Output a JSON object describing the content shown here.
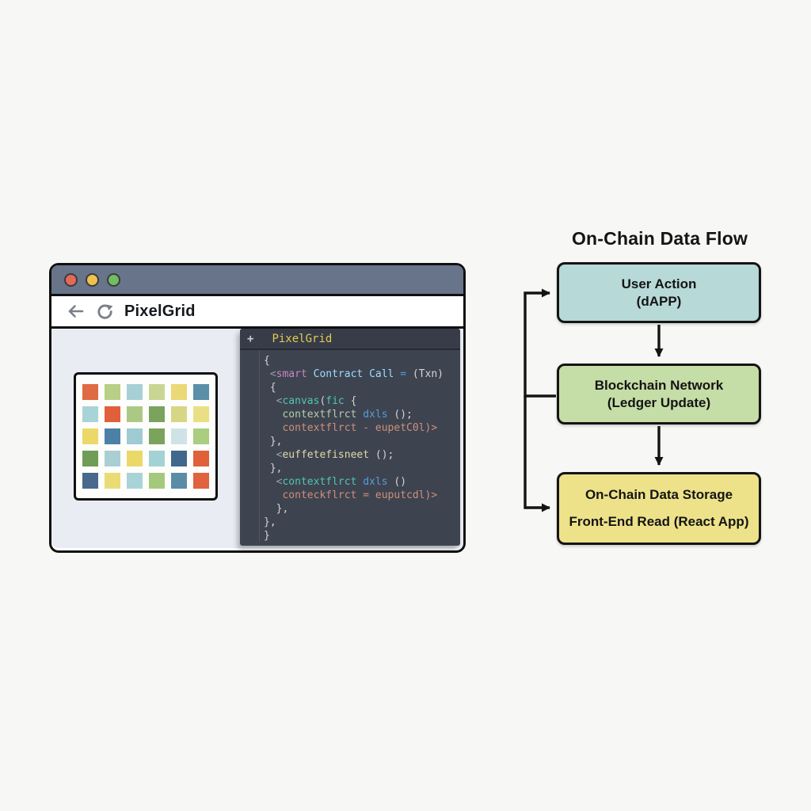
{
  "window": {
    "traffic_lights": {
      "colors": [
        "#e4695a",
        "#eec24e",
        "#71bd63"
      ]
    },
    "toolbar": {
      "title": "PixelGrid"
    }
  },
  "pixel_grid": {
    "rows": [
      [
        "#e06a43",
        "#b8cf85",
        "#a6d0d6",
        "#c9d693",
        "#ead975",
        "#5a8fa8"
      ],
      [
        "#a8d4d8",
        "#e0603c",
        "#abc985",
        "#79a35e",
        "#d6d685",
        "#e9e084"
      ],
      [
        "#ead968",
        "#4c80a6",
        "#9fcbd2",
        "#7aa35c",
        "#cfe3e6",
        "#aacd80"
      ],
      [
        "#6f9d55",
        "#aacfd3",
        "#ead968",
        "#a2d2d6",
        "#40678c",
        "#e0603a"
      ],
      [
        "#4a688c",
        "#e9dc75",
        "#a8d4d8",
        "#a5c97c",
        "#5a8ca8",
        "#e0623e"
      ]
    ]
  },
  "editor": {
    "new_tab_icon": "+",
    "tab_title": "PixelGrid",
    "code_lines": [
      {
        "tokens": [
          {
            "t": "{",
            "c": "white"
          }
        ]
      },
      {
        "tokens": [
          {
            "t": " <",
            "c": "gray"
          },
          {
            "t": "smart",
            "c": "pink"
          },
          {
            "t": " Contract Call",
            "c": "lblue"
          },
          {
            "t": " = ",
            "c": "blue"
          },
          {
            "t": "(Txn)",
            "c": "white"
          }
        ]
      },
      {
        "tokens": [
          {
            "t": " {",
            "c": "white"
          }
        ]
      },
      {
        "tokens": [
          {
            "t": "  <",
            "c": "gray"
          },
          {
            "t": "canvas",
            "c": "teal"
          },
          {
            "t": "(",
            "c": "white"
          },
          {
            "t": "fic",
            "c": "teal"
          },
          {
            "t": " {",
            "c": "white"
          }
        ]
      },
      {
        "tokens": [
          {
            "t": "   ",
            "c": "white"
          },
          {
            "t": "contextflrct",
            "c": "green"
          },
          {
            "t": " ",
            "c": "white"
          },
          {
            "t": "dxls",
            "c": "blue"
          },
          {
            "t": " ();",
            "c": "white"
          }
        ]
      },
      {
        "tokens": [
          {
            "t": "   ",
            "c": "white"
          },
          {
            "t": "contextflrct - eupetC0l)>",
            "c": "tan"
          }
        ]
      },
      {
        "tokens": [
          {
            "t": " },",
            "c": "white"
          }
        ]
      },
      {
        "tokens": [
          {
            "t": "  <",
            "c": "gray"
          },
          {
            "t": "euffetefisneet",
            "c": "cream"
          },
          {
            "t": " ();",
            "c": "white"
          }
        ]
      },
      {
        "tokens": [
          {
            "t": " },",
            "c": "white"
          }
        ]
      },
      {
        "tokens": [
          {
            "t": "  <",
            "c": "gray"
          },
          {
            "t": "contextflrct",
            "c": "teal"
          },
          {
            "t": " ",
            "c": "white"
          },
          {
            "t": "dxls",
            "c": "blue"
          },
          {
            "t": " ()",
            "c": "white"
          }
        ]
      },
      {
        "tokens": [
          {
            "t": "   ",
            "c": "white"
          },
          {
            "t": "conteckflrct = euputcdl)>",
            "c": "tan"
          }
        ]
      },
      {
        "tokens": [
          {
            "t": "  },",
            "c": "white"
          }
        ]
      },
      {
        "tokens": [
          {
            "t": "},",
            "c": "white"
          }
        ]
      },
      {
        "tokens": [
          {
            "t": "}",
            "c": "white"
          }
        ]
      }
    ]
  },
  "flowchart": {
    "title": "On-Chain Data Flow",
    "boxes": [
      {
        "line1": "User Action",
        "line2": "(dAPP)",
        "fill": "#b7d9d7"
      },
      {
        "line1": "Blockchain Network",
        "line2": "(Ledger Update)",
        "fill": "#c5dda6"
      },
      {
        "line1": "On-Chain Data Storage",
        "line2": "Front-End Read (React App)",
        "fill": "#ede289"
      }
    ],
    "connector_color": "#141414"
  }
}
